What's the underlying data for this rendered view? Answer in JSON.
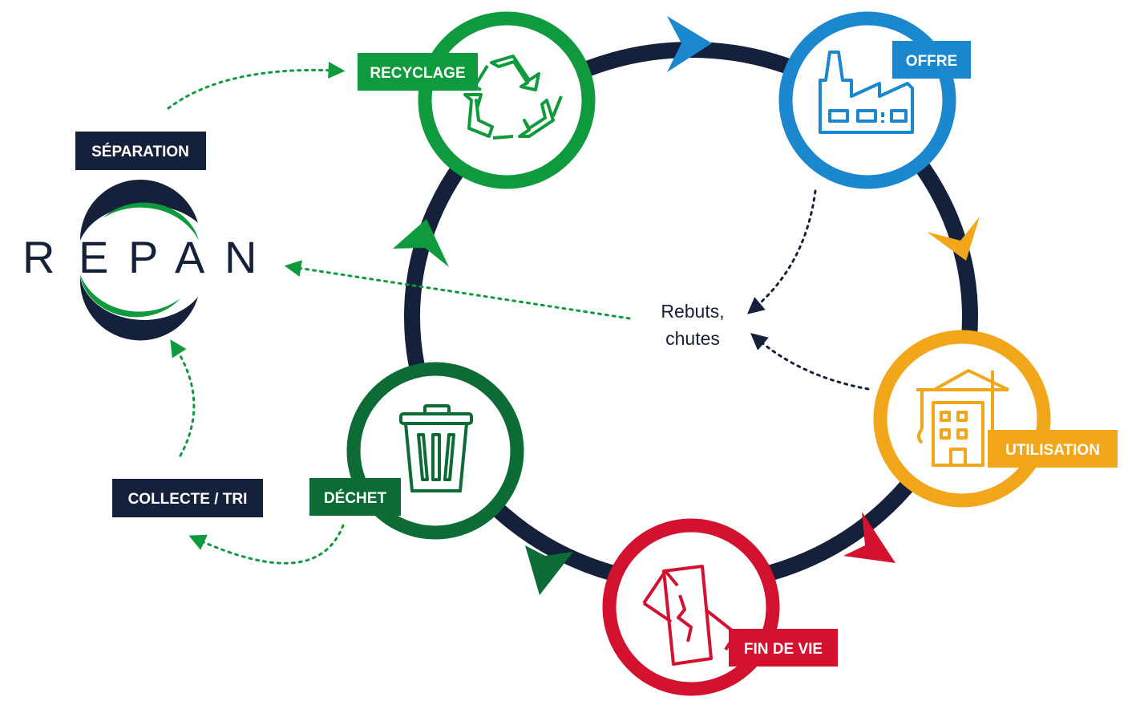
{
  "colors": {
    "navy": "#15213a",
    "green": "#0f9a3d",
    "dark_green": "#0d6b35",
    "blue": "#1b87cf",
    "orange": "#f2a71b",
    "red": "#d3122f"
  },
  "stages": {
    "recyclage": {
      "label": "RECYCLAGE",
      "icon": "recycle-icon"
    },
    "offre": {
      "label": "OFFRE",
      "icon": "factory-icon"
    },
    "utilisation": {
      "label": "UTILISATION",
      "icon": "building-crane-icon"
    },
    "fin_de_vie": {
      "label": "FIN DE VIE",
      "icon": "broken-window-icon"
    },
    "dechet": {
      "label": "DÉCHET",
      "icon": "trash-bin-icon"
    }
  },
  "side": {
    "separation": "SÉPARATION",
    "collecte_tri": "COLLECTE / TRI"
  },
  "logo": {
    "letters": [
      "R",
      "E",
      "P",
      "A",
      "N"
    ]
  },
  "center": {
    "line1": "Rebuts,",
    "line2": "chutes"
  }
}
